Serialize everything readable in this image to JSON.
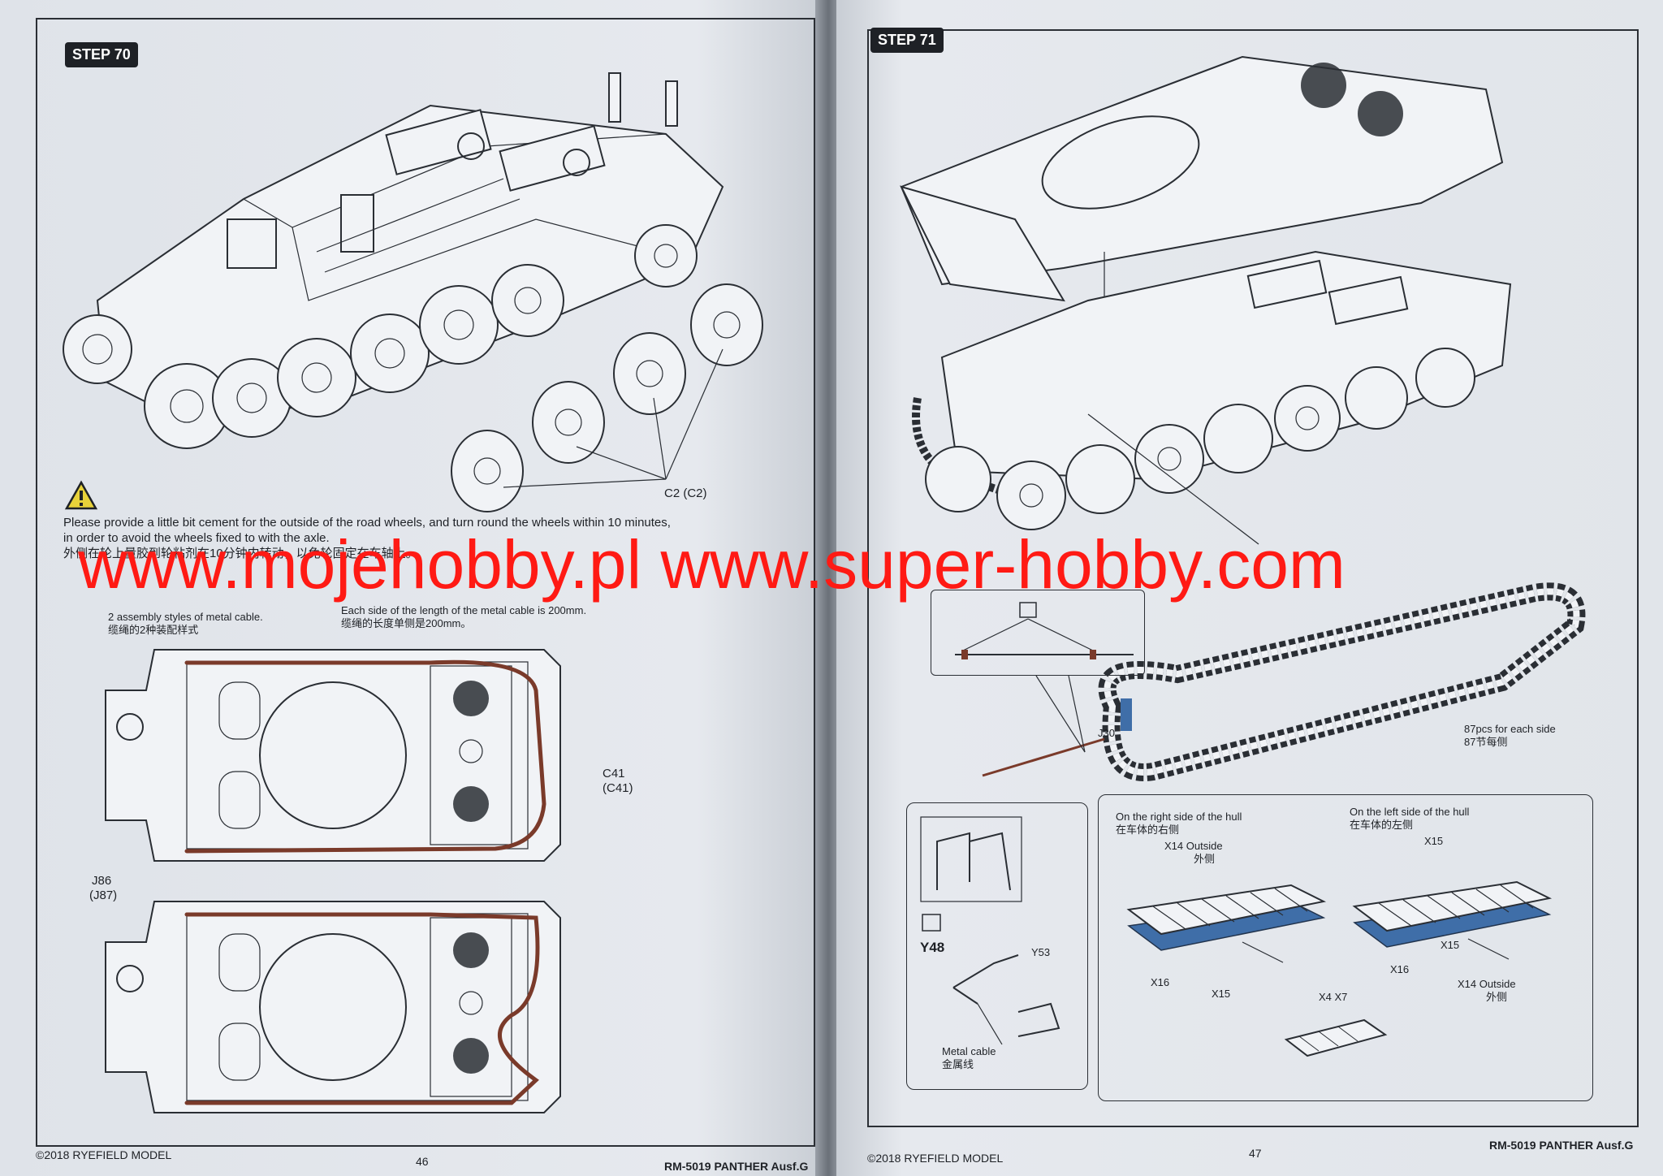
{
  "left_page": {
    "step_label": "STEP 70",
    "part_label_wheels": "C2 (C2)",
    "warning_icon": "warning-triangle-icon",
    "note_en_line1": "Please provide a little bit cement for the outside of the road wheels, and turn round the wheels within 10 minutes,",
    "note_en_line2": "in order to avoid the wheels fixed to with the axle.",
    "note_cn": "外侧在轮上量胶到轮粘剂在10分钟内转动，以免轮固定在车轴上。",
    "cable_styles_en": "2 assembly styles of metal cable.",
    "cable_styles_cn": "缆绳的2种装配样式",
    "cable_length_en": "Each side of the length of the metal cable is 200mm.",
    "cable_length_cn": "缆绳的长度单侧是200mm。",
    "part_c41": "C41",
    "part_c41b": "(C41)",
    "part_j86": "J86",
    "part_j87": "(J87)",
    "copyright": "©2018 RYEFIELD MODEL",
    "page_number": "46",
    "product": "RM-5019 PANTHER Ausf.G"
  },
  "right_page": {
    "step_label": "STEP 71",
    "part_j30": "J30",
    "track_count_en": "87pcs for each side",
    "track_count_cn": "87节每侧",
    "right_side_en": "On the right side of the hull",
    "right_side_cn": "在车体的右侧",
    "left_side_en": "On the left side of the hull",
    "left_side_cn": "在车体的左侧",
    "x14_outside": "X14  Outside",
    "outside_cn": "外侧",
    "x14_outside_b": "X14  Outside",
    "outside_cn_b": "外侧",
    "x15": "X15",
    "x15_b": "X15",
    "x16": "X16",
    "x16_b": "X16",
    "x15_top": "X15",
    "x4_x7": "X4 X7",
    "y48": "Y48",
    "y53": "Y53",
    "metal_cable_en": "Metal cable",
    "metal_cable_cn": "金属线",
    "copyright": "©2018 RYEFIELD MODEL",
    "page_number": "47",
    "product": "RM-5019 PANTHER Ausf.G"
  },
  "watermark": "www.mojehobby.pl www.super-hobby.com",
  "colors": {
    "watermark": "#ff1a14",
    "track_blue": "#3f6ea8",
    "paper": "#e3e7ec"
  }
}
